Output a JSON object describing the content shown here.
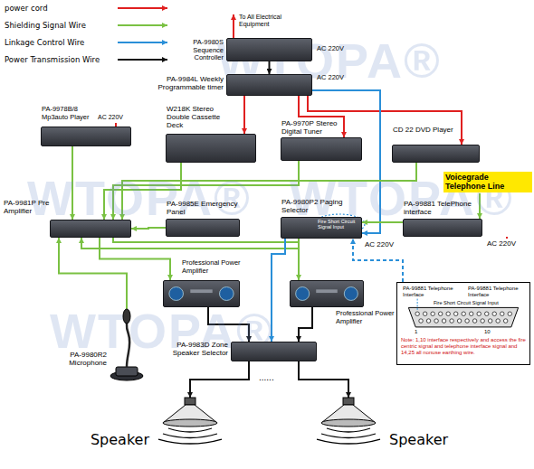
{
  "diagram": {
    "nodes": [
      {
        "text": [
          "PA-9980S Sequence Controller"
        ]
      },
      {
        "text": [
          "PA-9984L Weekly Programmable timer"
        ]
      },
      {
        "text": [
          "PA-9978B/8 Mp3auto Player"
        ]
      },
      {
        "text": [
          "W218K Stereo Double Cassette Deck"
        ]
      },
      {
        "text": [
          "PA-9970P Stereo Digital Tuner"
        ]
      },
      {
        "text": [
          "CD 22 DVD Player"
        ]
      },
      {
        "text": [
          "PA-9981P Pre Amplifier"
        ]
      },
      {
        "text": [
          "PA-9985E Emergency Panel"
        ]
      },
      {
        "text": [
          "PA-9980P2 Paging Selector"
        ]
      },
      {
        "text": [
          "PA-99881 TelePhone interface"
        ]
      },
      {
        "text": [
          "Professional Power Amplifier"
        ]
      },
      {
        "text": [
          "Professional Power Amplifier"
        ]
      },
      {
        "text": [
          "PA-9983D Zone Speaker Selector"
        ]
      },
      {
        "text": [
          "PA-9980R2 Microphone"
        ]
      },
      {
        "text": [
          "Speaker"
        ]
      },
      {
        "text": [
          "Speaker"
        ]
      },
      {
        "text": [
          "PA-99881 Telephone Interface",
          "PA-99881 Telephone Interface",
          "Fire Short Circuit Signal Input",
          "1",
          "10",
          "Note: 1,10 interface respectively and access the fire centric signal and telephone interface signal and 14,25 all nonuse earthing wire."
        ]
      }
    ],
    "edges": [
      {
        "from": 0,
        "to": 1,
        "arrow": "to"
      },
      {
        "from": 1,
        "to": 3,
        "arrow": "to"
      },
      {
        "from": 1,
        "to": 4,
        "arrow": "to"
      },
      {
        "from": 1,
        "to": 5,
        "arrow": "to"
      },
      {
        "from": 1,
        "to": 8,
        "arrow": "to"
      },
      {
        "from": 2,
        "to": 6,
        "arrow": "to"
      },
      {
        "from": 3,
        "to": 6,
        "arrow": "to"
      },
      {
        "from": 4,
        "to": 6,
        "arrow": "to"
      },
      {
        "from": 5,
        "to": 6,
        "arrow": "to"
      },
      {
        "from": 7,
        "to": 6,
        "arrow": "to"
      },
      {
        "from": 8,
        "to": 6,
        "arrow": "to"
      },
      {
        "from": 9,
        "to": 8,
        "arrow": "to"
      },
      {
        "from": 13,
        "to": 6,
        "arrow": "to"
      },
      {
        "from": 6,
        "to": 10,
        "arrow": "to"
      },
      {
        "from": 6,
        "to": 11,
        "arrow": "to"
      },
      {
        "from": 10,
        "to": 12,
        "arrow": "to"
      },
      {
        "from": 11,
        "to": 12,
        "arrow": "to"
      },
      {
        "from": 12,
        "to": 14,
        "arrow": "to"
      },
      {
        "from": 12,
        "to": 15,
        "arrow": "to"
      },
      {
        "from": 8,
        "to": 12,
        "arrow": "to"
      },
      {
        "from": 16,
        "to": 8,
        "arrow": "to"
      }
    ],
    "labels": [
      "AC 220V",
      "AC 220V",
      "AC 220V",
      "AC 220V",
      "AC 220V",
      "To All Electrical Equipment",
      "Voicegrade Telephone Line",
      "Fire Short Circuit Signal Input",
      "......",
      "WTOPA®",
      "WTOPA®",
      "WTOPA®",
      "WTOPA®"
    ],
    "legend": [
      {
        "text": "power cord"
      },
      {
        "text": "Shielding Signal Wire"
      },
      {
        "text": "Linkage Control Wire"
      },
      {
        "text": "Power Transmission Wire"
      }
    ]
  }
}
